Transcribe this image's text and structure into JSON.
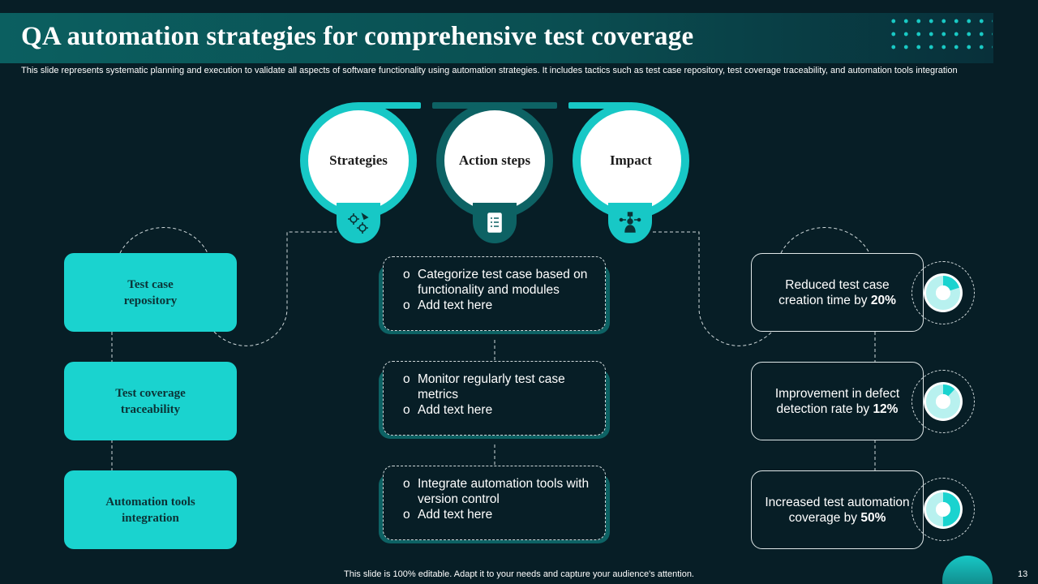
{
  "title": "QA automation strategies for comprehensive test coverage",
  "subtitle": "This slide represents systematic planning and execution to validate all aspects of software functionality using automation strategies. It includes tactics such as test case repository, test coverage traceability, and automation tools integration",
  "headers": [
    {
      "label": "Strategies",
      "icon": "settings-gears-icon"
    },
    {
      "label": "Action steps",
      "icon": "checklist-icon"
    },
    {
      "label": "Impact",
      "icon": "network-person-icon"
    }
  ],
  "strategies": [
    {
      "label": "Test case\nrepository"
    },
    {
      "label": "Test coverage\ntraceability"
    },
    {
      "label": "Automation  tools\nintegration"
    }
  ],
  "actions": [
    {
      "bullets": [
        "Categorize test case based on functionality  and modules",
        "Add text here"
      ]
    },
    {
      "bullets": [
        "Monitor regularly test case metrics",
        "Add text here"
      ]
    },
    {
      "bullets": [
        "Integrate automation tools with version control",
        "Add text here"
      ]
    }
  ],
  "bullet_marker": "o",
  "impacts": [
    {
      "text": "Reduced test case creation time by ",
      "value": "20%",
      "fraction": 0.2
    },
    {
      "text": "Improvement  in defect detection rate by ",
      "value": "12%",
      "fraction": 0.12
    },
    {
      "text": "Increased test automation coverage by ",
      "value": "50%",
      "fraction": 0.5
    }
  ],
  "footer": "This slide is 100% editable. Adapt it to your needs and capture your audience's attention.",
  "page_number": "13",
  "colors": {
    "background": "#071e26",
    "accent": "#1ad3cf",
    "dark_accent": "#0d6264"
  }
}
